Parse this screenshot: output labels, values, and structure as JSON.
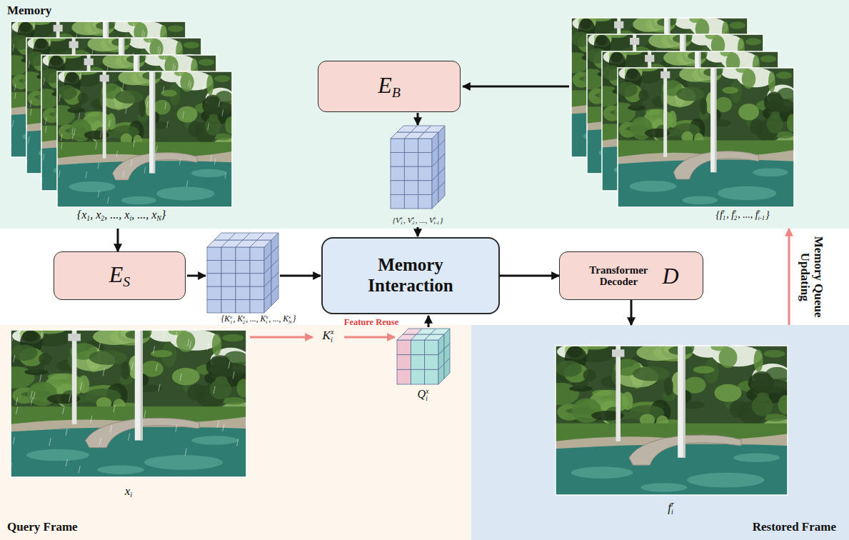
{
  "diagram": {
    "nodes": [
      {
        "text": [
          "Memory"
        ]
      },
      {
        "text": [
          "EB"
        ],
        "in": 0
      },
      {
        "text": [
          "ES"
        ]
      },
      {
        "text": [
          "Memory Interaction"
        ]
      },
      {
        "text": [
          "Transformer Decoder",
          "D"
        ]
      },
      {
        "text": [
          "Query Frame"
        ]
      },
      {
        "text": [
          "Restored Frame"
        ]
      }
    ],
    "edges": [
      {
        "from": 0,
        "to": 2,
        "arrow": "to"
      },
      {
        "from": 3,
        "to": 4,
        "arrow": "to"
      },
      {
        "from": 4,
        "to": 6,
        "arrow": "to"
      },
      {
        "from": 6,
        "to": 0,
        "arrow": "to",
        "label": "Memory Queue Updating"
      }
    ],
    "labels": [
      "{x1, x2, ..., xi, ..., xN}",
      "{V1x, V2x, ..., Vi-1x}",
      "{f1r, f2r, ..., fi-1r}",
      "{K1x, K2x, ..., Kix, ..., KNx}",
      "Kix",
      "Feature Reuse",
      "Qix",
      "xi",
      "fir"
    ]
  }
}
